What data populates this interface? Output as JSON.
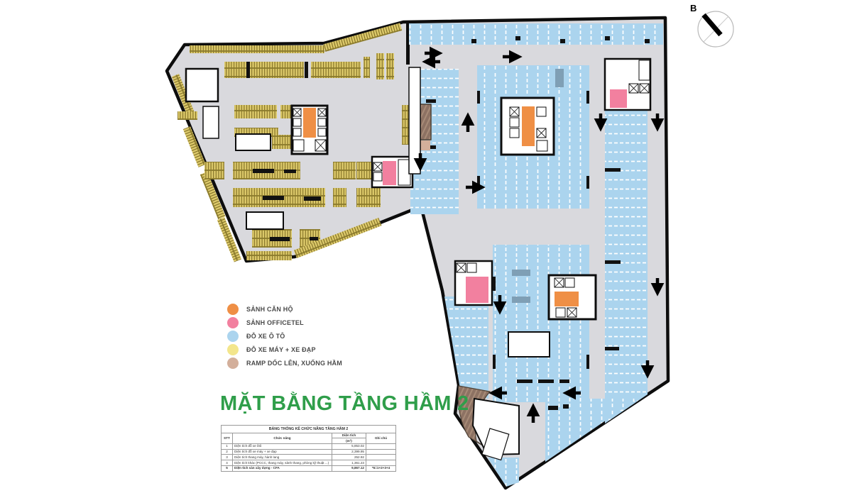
{
  "title": "MẶT BẰNG TẦNG HẦM 2",
  "compass": {
    "label": "B"
  },
  "legend": {
    "items": [
      {
        "label": "SẢNH CĂN HỘ",
        "color": "#ef8f45"
      },
      {
        "label": "SẢNH OFFICETEL",
        "color": "#f2809f"
      },
      {
        "label": "ĐỖ XE Ô TÔ",
        "color": "#abd4ee"
      },
      {
        "label": "ĐỖ XE MÁY + XE ĐẠP",
        "color": "#f3e68c"
      },
      {
        "label": "RAMP DỐC LÊN, XUỐNG HẦM",
        "color": "#d3af9b"
      }
    ]
  },
  "table": {
    "title": "BẢNG THỐNG KÊ CHỨC NĂNG TẦNG HẦM 2",
    "columns": {
      "stt": "STT",
      "function": "Chức năng",
      "area_line1": "Diện tích",
      "area_line2": "(m²)",
      "note": "Ghi chú"
    },
    "rows": [
      {
        "stt": "1",
        "function": "Diện tích đỗ xe ôtô",
        "area": "5,853.02",
        "note": ""
      },
      {
        "stt": "2",
        "function": "Diện tích đỗ xe máy + xe đạp",
        "area": "2,399.95",
        "note": ""
      },
      {
        "stt": "3",
        "function": "Diện tích thang máy, hành lang",
        "area": "252.92",
        "note": ""
      },
      {
        "stt": "4",
        "function": "Diện tích khác (PCCC, thang máy, sảnh thang, phòng kỹ thuật ...)",
        "area": "1,361.23",
        "note": ""
      },
      {
        "stt": "5",
        "function": "Diện tích sàn xây dựng - CFA",
        "area": "9,867.12",
        "note": "*5=1+2+3+4"
      }
    ]
  },
  "colors": {
    "floor_gray": "#d9d9dd",
    "parking_blue": "#abd4ee",
    "moto_yellow": "#dcc96a",
    "lobby_orange": "#ef8f45",
    "officetel_pink": "#f2809f",
    "ramp_brown": "#8d7263",
    "ramp_tan": "#d3af9b",
    "outline_black": "#0d0d0d",
    "title_green": "#2f9e4a"
  }
}
